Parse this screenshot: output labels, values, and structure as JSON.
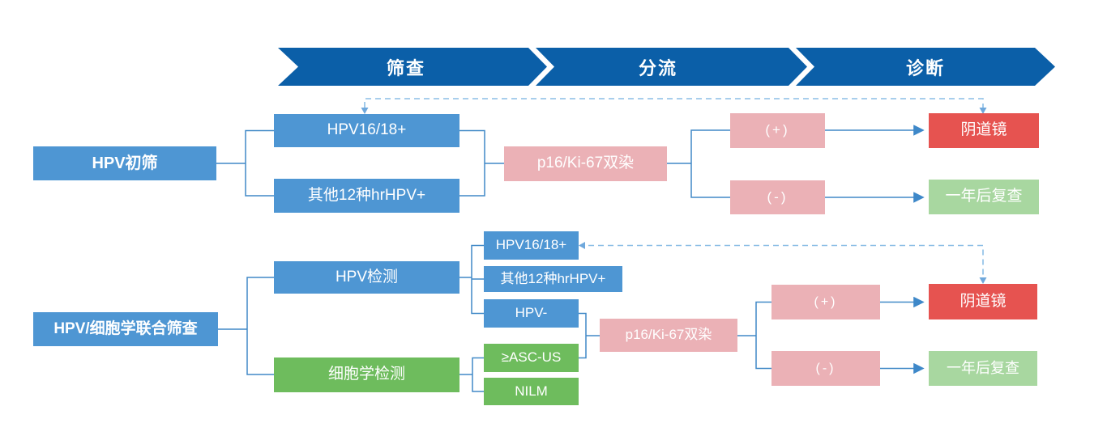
{
  "banner": {
    "steps": [
      "筛查",
      "分流",
      "诊断"
    ]
  },
  "flow1": {
    "root": "HPV初筛",
    "hpv16_18": "HPV16/18+",
    "other_hrhpv": "其他12种hrHPV+",
    "dual_stain": "p16/Ki-67双染",
    "positive": "(+)",
    "negative": "(-)",
    "colposcopy": "阴道镜",
    "followup": "一年后复查"
  },
  "flow2": {
    "root": "HPV/细胞学联合筛查",
    "hpv_test": "HPV检测",
    "cytology_test": "细胞学检测",
    "hpv16_18": "HPV16/18+",
    "other_hrhpv": "其他12种hrHPV+",
    "hpv_negative": "HPV-",
    "asc_us": "≥ASC-US",
    "nilm": "NILM",
    "dual_stain": "p16/Ki-67双染",
    "positive": "(+)",
    "negative": "(-)",
    "colposcopy": "阴道镜",
    "followup": "一年后复查"
  },
  "colors": {
    "banner_blue": "#0B5FA8",
    "box_blue": "#4E96D3",
    "box_green": "#6EBC5D",
    "box_pink": "#EBB1B6",
    "box_red": "#E65350",
    "box_light_green": "#A8D7A0",
    "line_blue": "#4189C7",
    "dashed_blue": "#8BBEE6"
  }
}
